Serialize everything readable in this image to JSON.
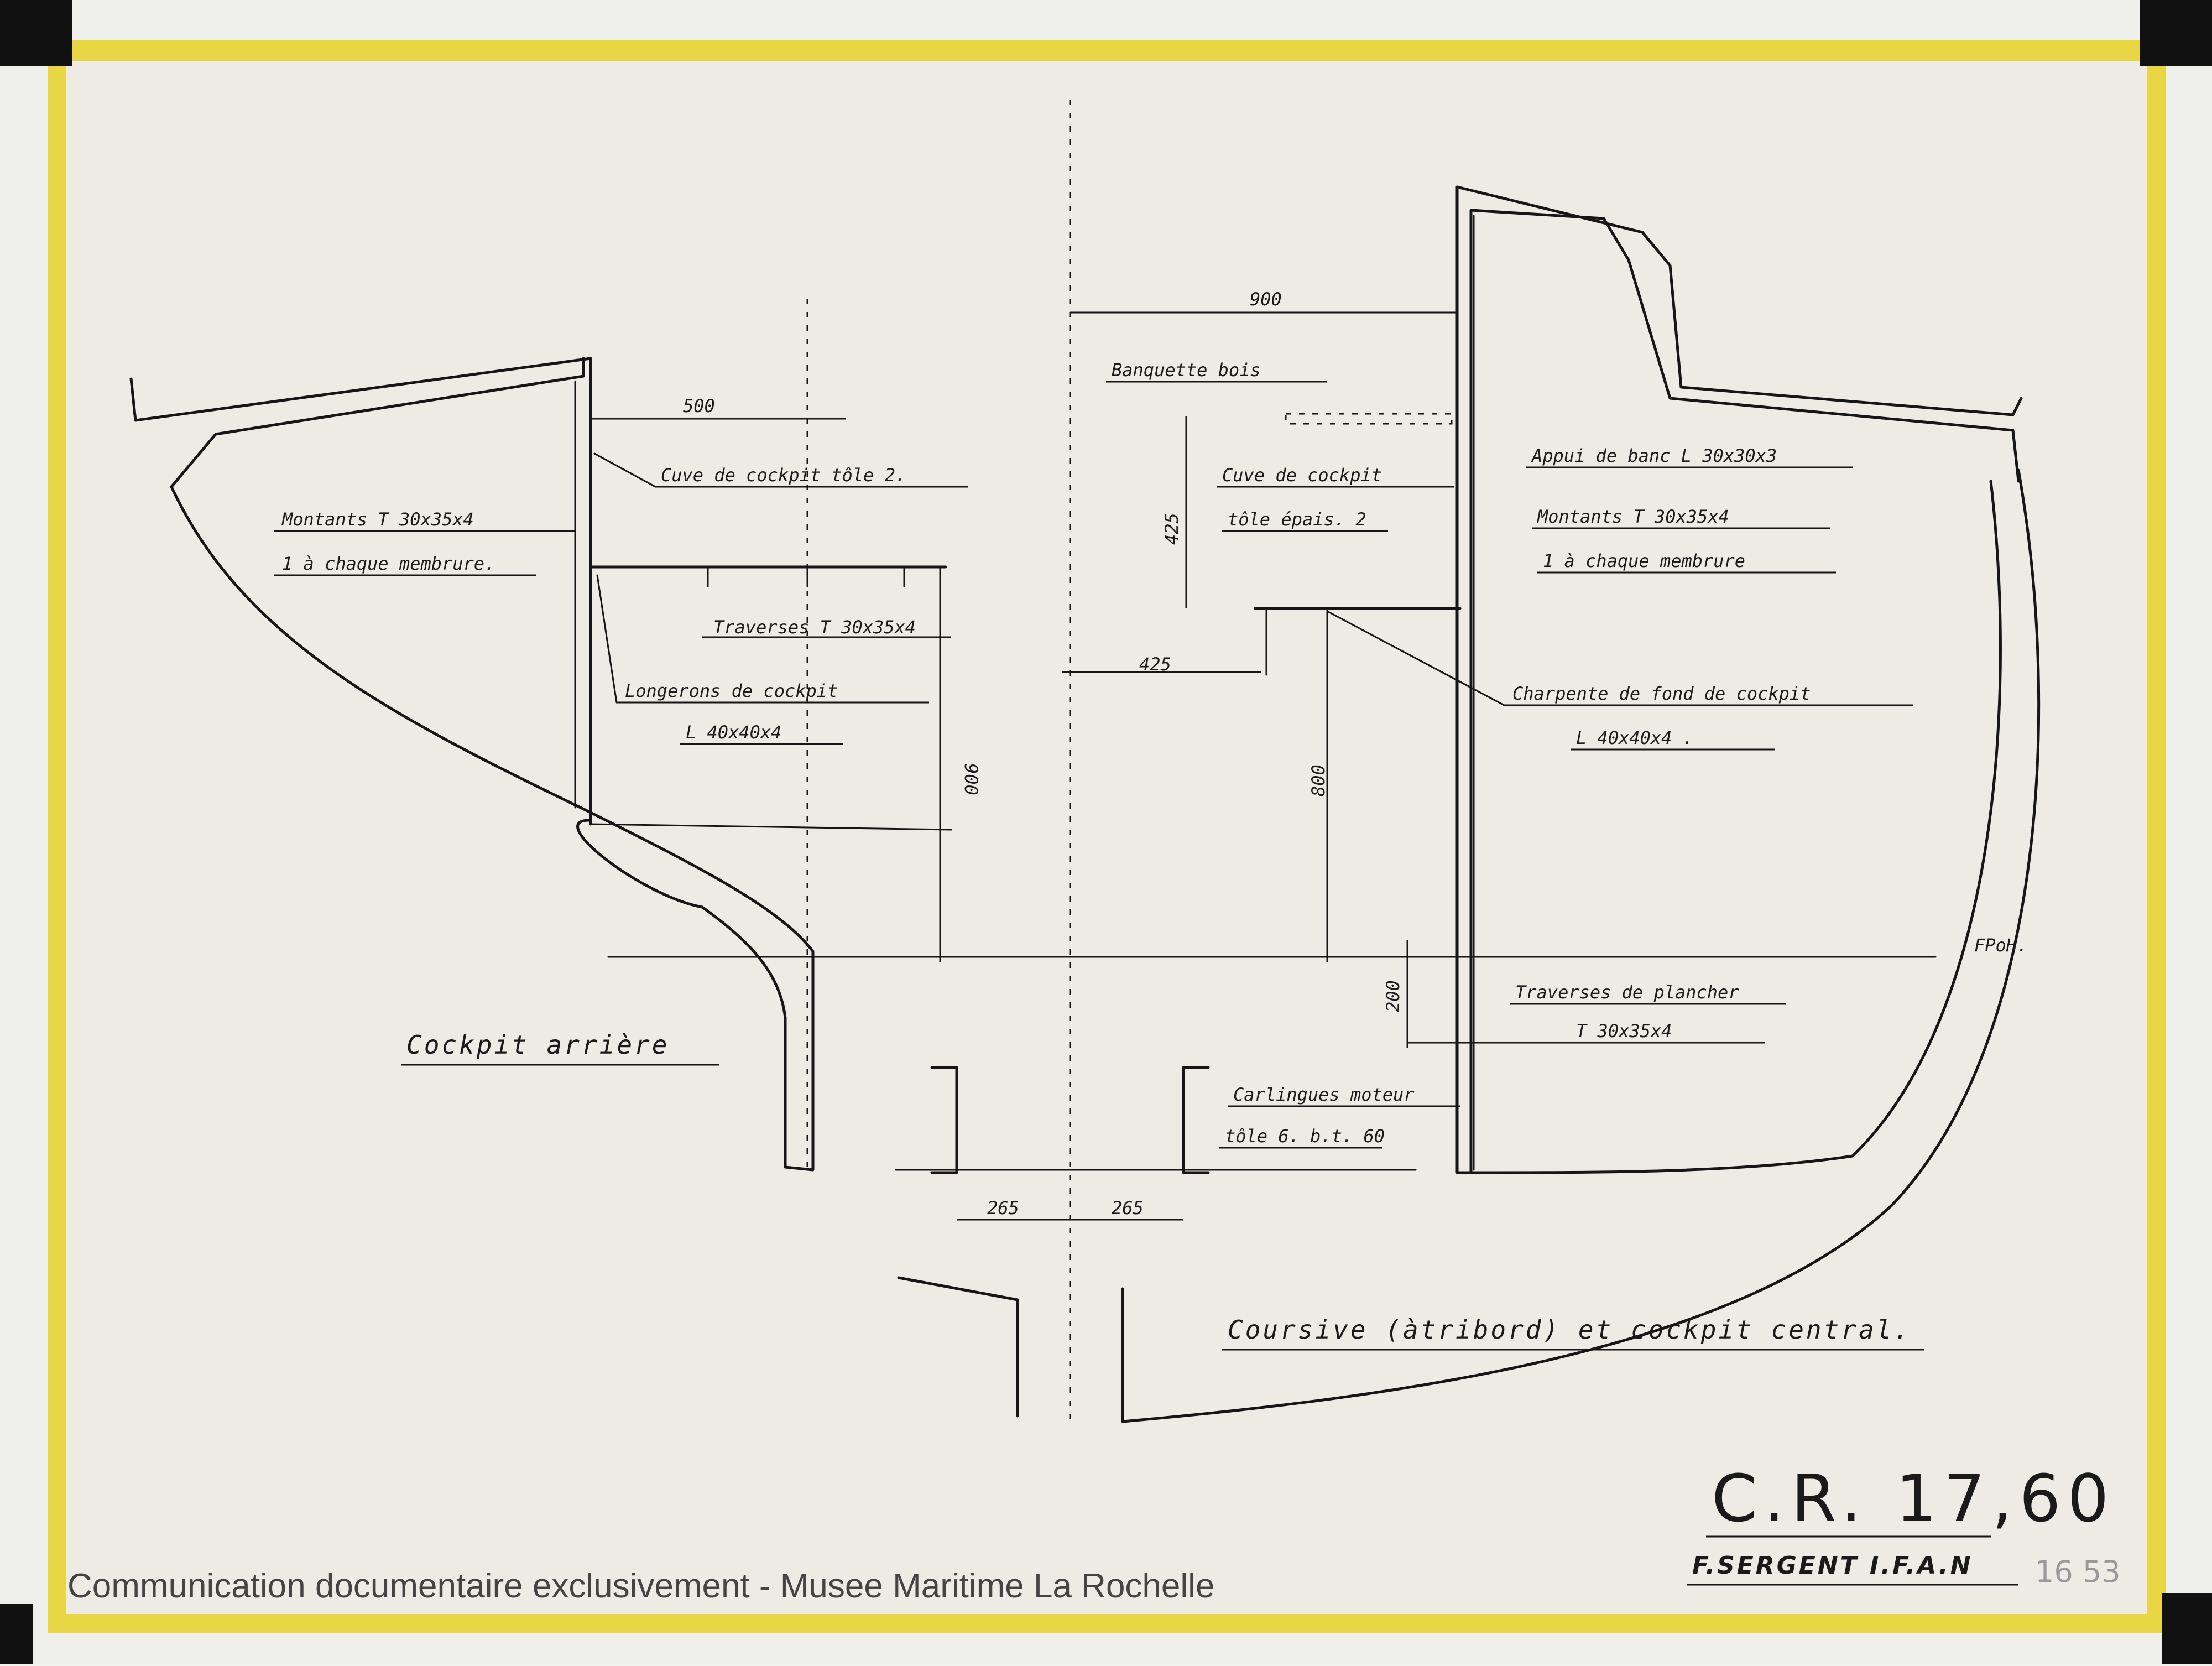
{
  "drawing": {
    "views": [
      {
        "id": "rear",
        "title": "Cockpit arrière"
      },
      {
        "id": "central",
        "title": "Coursive (àtribord) et cockpit central."
      }
    ],
    "labels": {
      "rear_tub": "Cuve de cockpit tôle 2.",
      "rear_posts_1": "Montants T 30x35x4",
      "rear_posts_2": "1 à chaque membrure.",
      "rear_crossbeams": "Traverses T 30x35x4",
      "rear_stringers_1": "Longerons de cockpit",
      "rear_stringers_2": "L 40x40x4",
      "bench": "Banquette bois",
      "central_tub_1": "Cuve de cockpit",
      "central_tub_2": "tôle épais. 2",
      "bench_support": "Appui de banc L 30x30x3",
      "central_posts_1": "Montants T 30x35x4",
      "central_posts_2": "1 à chaque membrure",
      "frame_1": "Charpente de fond de cockpit",
      "frame_2": "L 40x40x4 .",
      "floor_beams_1": "Traverses de plancher",
      "floor_beams_2": "T 30x35x4",
      "engine_1": "Carlingues moteur",
      "engine_2": "tôle 6. b.t. 60",
      "initials": "FPoH."
    },
    "dimensions": {
      "rear_width": "500",
      "rear_depth": "900",
      "central_width": "900",
      "tub_height": "425",
      "step_width": "425",
      "floor_depth": "800",
      "floor_gap": "200",
      "girder_left": "265",
      "girder_right": "265"
    }
  },
  "title_block": {
    "model": "C.R. 17,60",
    "author": "F.SERGENT I.F.A.N",
    "note": "16 53"
  },
  "watermark": "Communication documentaire exclusivement - Musee Maritime La Rochelle"
}
